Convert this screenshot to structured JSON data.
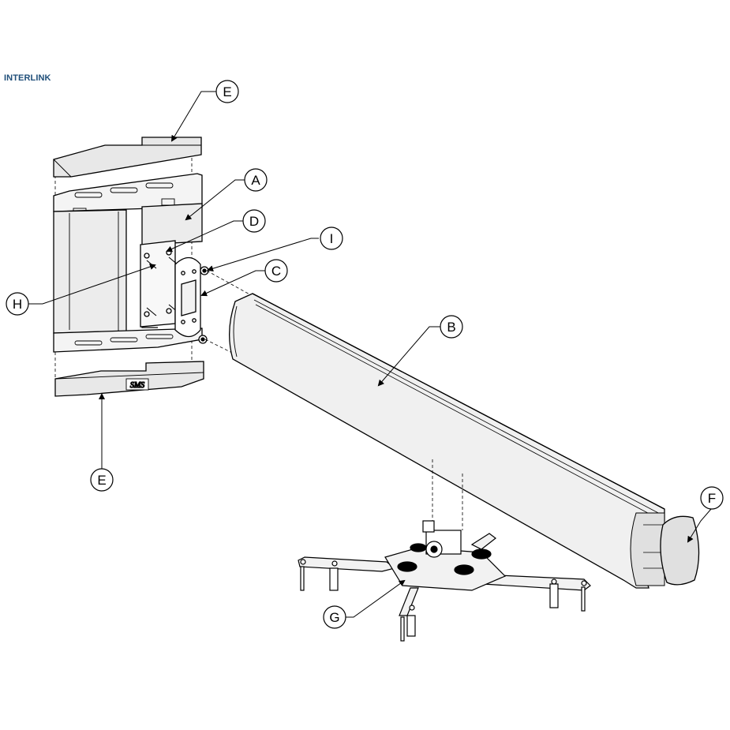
{
  "brand": {
    "name": "INTERLINK",
    "color": "#1f4e79"
  },
  "plate_logo": "SMS",
  "callouts": [
    {
      "id": "E-top",
      "label": "E"
    },
    {
      "id": "A",
      "label": "A"
    },
    {
      "id": "D",
      "label": "D"
    },
    {
      "id": "I",
      "label": "I"
    },
    {
      "id": "C",
      "label": "C"
    },
    {
      "id": "H",
      "label": "H"
    },
    {
      "id": "B",
      "label": "B"
    },
    {
      "id": "E-bottom",
      "label": "E"
    },
    {
      "id": "F",
      "label": "F"
    },
    {
      "id": "G",
      "label": "G"
    }
  ]
}
